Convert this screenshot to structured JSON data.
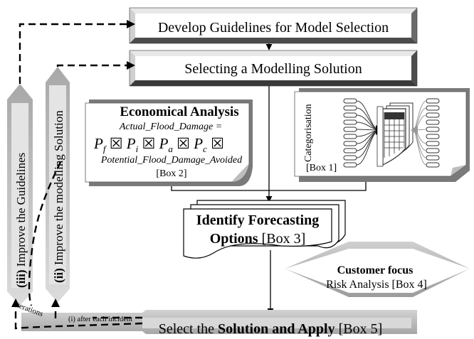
{
  "boxes": {
    "guidelines": "Develop Guidelines for Model Selection",
    "selecting": "Selecting a Modelling Solution",
    "economic": {
      "title": "Economical Analysis",
      "line1": "Actual_Flood_Damage =",
      "formula": {
        "p": "P",
        "sub_f": "f",
        "sub_i": "i",
        "sub_a": "a",
        "sub_c": "c",
        "op": "☒"
      },
      "line3": "Potential_Flood_Damage_Avoided",
      "ref": "[Box 2]"
    },
    "categorisation": {
      "label": "Categorisation",
      "ref": "[Box 1]"
    },
    "forecasting": {
      "bold1": "Identify Forecasting",
      "bold2": "Options",
      "ref": " [Box 3]"
    },
    "customer": {
      "title": "Customer focus",
      "sub": "Risk Analysis [Box 4]"
    },
    "solution": {
      "pre": "Select the ",
      "bold": "Solution and Apply",
      "post": " [Box 5]"
    }
  },
  "loops": {
    "improve_guidelines": {
      "num": "(iii)",
      "text": " Improve the Guidelines"
    },
    "improve_modelling": {
      "num": "(ii)",
      "text": " Improve the modelling Solution"
    },
    "iterations": "Iterations",
    "after_incident": "(i) after each incident"
  },
  "colors": {
    "bevel_light": "#e6e6e6",
    "bevel_mid": "#b4b4b4",
    "bevel_dark": "#505050",
    "shadow": "#8a8a8a",
    "gray_fill": "#c8c8c8"
  }
}
